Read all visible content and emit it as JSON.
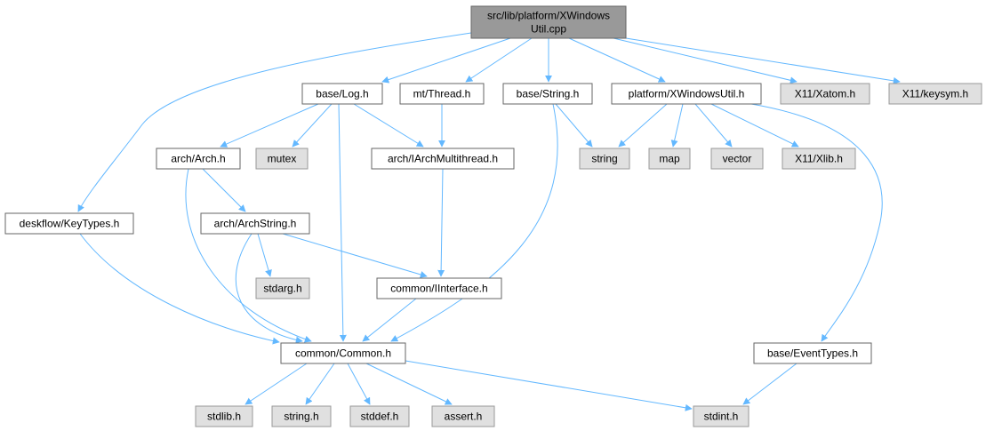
{
  "colors": {
    "edge": "#63b8ff",
    "root_fill": "#999999",
    "node_fill": "#ffffff",
    "external_fill": "#e0e0e0"
  },
  "nodes": [
    {
      "id": "root",
      "lines": [
        "src/lib/platform/XWindows",
        "Util.cpp"
      ],
      "kind": "root"
    },
    {
      "id": "log",
      "lines": [
        "base/Log.h"
      ],
      "kind": "file"
    },
    {
      "id": "thread",
      "lines": [
        "mt/Thread.h"
      ],
      "kind": "file"
    },
    {
      "id": "string_h",
      "lines": [
        "base/String.h"
      ],
      "kind": "file"
    },
    {
      "id": "xwu",
      "lines": [
        "platform/XWindowsUtil.h"
      ],
      "kind": "file"
    },
    {
      "id": "xatom",
      "lines": [
        "X11/Xatom.h"
      ],
      "kind": "external"
    },
    {
      "id": "keysym",
      "lines": [
        "X11/keysym.h"
      ],
      "kind": "external"
    },
    {
      "id": "keytypes",
      "lines": [
        "deskflow/KeyTypes.h"
      ],
      "kind": "file"
    },
    {
      "id": "arch",
      "lines": [
        "arch/Arch.h"
      ],
      "kind": "file"
    },
    {
      "id": "mutex",
      "lines": [
        "mutex"
      ],
      "kind": "external"
    },
    {
      "id": "iamt",
      "lines": [
        "arch/IArchMultithread.h"
      ],
      "kind": "file"
    },
    {
      "id": "string",
      "lines": [
        "string"
      ],
      "kind": "external"
    },
    {
      "id": "map",
      "lines": [
        "map"
      ],
      "kind": "external"
    },
    {
      "id": "vector",
      "lines": [
        "vector"
      ],
      "kind": "external"
    },
    {
      "id": "xlib",
      "lines": [
        "X11/Xlib.h"
      ],
      "kind": "external"
    },
    {
      "id": "archstring",
      "lines": [
        "arch/ArchString.h"
      ],
      "kind": "file"
    },
    {
      "id": "stdarg",
      "lines": [
        "stdarg.h"
      ],
      "kind": "external"
    },
    {
      "id": "iinterface",
      "lines": [
        "common/IInterface.h"
      ],
      "kind": "file"
    },
    {
      "id": "common",
      "lines": [
        "common/Common.h"
      ],
      "kind": "file"
    },
    {
      "id": "eventtypes",
      "lines": [
        "base/EventTypes.h"
      ],
      "kind": "file"
    },
    {
      "id": "stdlib",
      "lines": [
        "stdlib.h"
      ],
      "kind": "external"
    },
    {
      "id": "stringh",
      "lines": [
        "string.h"
      ],
      "kind": "external"
    },
    {
      "id": "stddef",
      "lines": [
        "stddef.h"
      ],
      "kind": "external"
    },
    {
      "id": "assert",
      "lines": [
        "assert.h"
      ],
      "kind": "external"
    },
    {
      "id": "stdint",
      "lines": [
        "stdint.h"
      ],
      "kind": "external"
    }
  ],
  "edges": [
    [
      "root",
      "log"
    ],
    [
      "root",
      "thread"
    ],
    [
      "root",
      "string_h"
    ],
    [
      "root",
      "xwu"
    ],
    [
      "root",
      "xatom"
    ],
    [
      "root",
      "keysym"
    ],
    [
      "root",
      "keytypes"
    ],
    [
      "log",
      "arch"
    ],
    [
      "log",
      "mutex"
    ],
    [
      "log",
      "iamt"
    ],
    [
      "log",
      "common"
    ],
    [
      "thread",
      "iamt"
    ],
    [
      "string_h",
      "string"
    ],
    [
      "string_h",
      "common"
    ],
    [
      "xwu",
      "string"
    ],
    [
      "xwu",
      "map"
    ],
    [
      "xwu",
      "vector"
    ],
    [
      "xwu",
      "xlib"
    ],
    [
      "xwu",
      "eventtypes"
    ],
    [
      "keytypes",
      "common"
    ],
    [
      "arch",
      "archstring"
    ],
    [
      "arch",
      "common"
    ],
    [
      "iamt",
      "iinterface"
    ],
    [
      "archstring",
      "stdarg"
    ],
    [
      "archstring",
      "iinterface"
    ],
    [
      "archstring",
      "common"
    ],
    [
      "iinterface",
      "common"
    ],
    [
      "common",
      "stdlib"
    ],
    [
      "common",
      "stringh"
    ],
    [
      "common",
      "stddef"
    ],
    [
      "common",
      "assert"
    ],
    [
      "common",
      "stdint"
    ],
    [
      "eventtypes",
      "stdint"
    ]
  ]
}
